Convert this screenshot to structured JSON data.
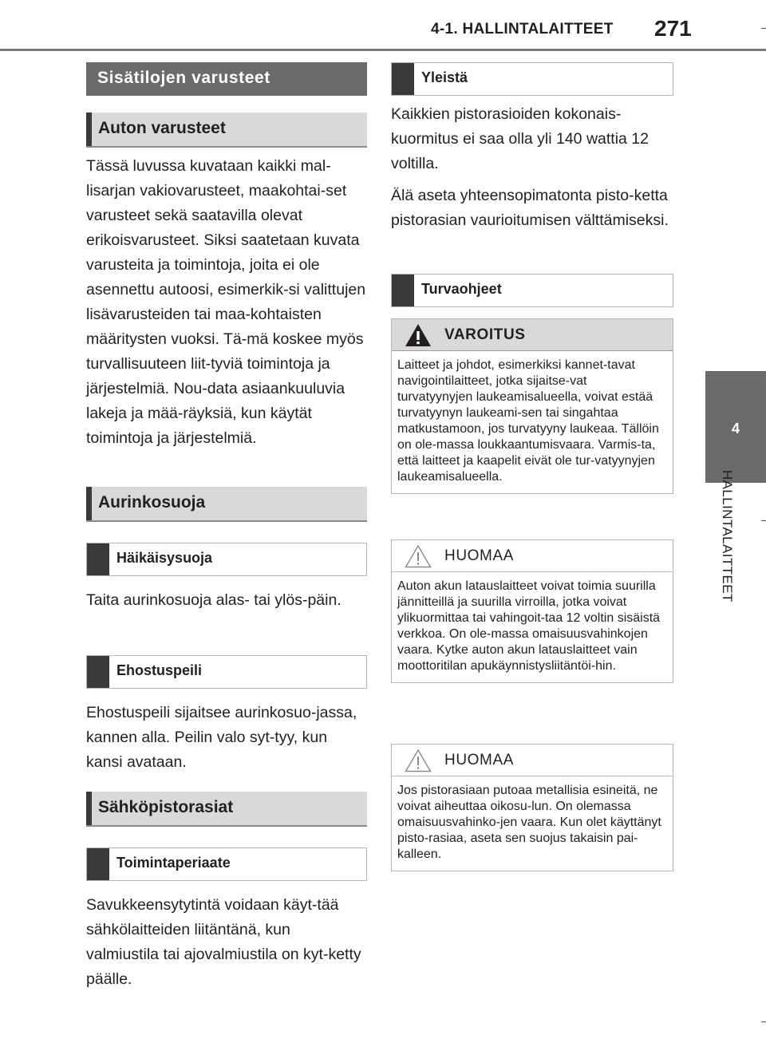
{
  "header": {
    "title": "4-1. HALLINTALAITTEET",
    "page_number": "271"
  },
  "side_tab": {
    "number": "4",
    "label": "HALLINTALAITTEET"
  },
  "left": {
    "main_section": "Sisätilojen varusteet",
    "auton_varusteet": {
      "heading": "Auton varusteet",
      "text": "Tässä luvussa kuvataan kaikki mal-lisarjan vakiovarusteet, maakohtai-set varusteet sekä saatavilla olevat erikoisvarusteet. Siksi saatetaan kuvata varusteita ja toimintoja, joita ei ole asennettu autoosi, esimerkik-si valittujen lisävarusteiden tai maa-kohtaisten määritysten vuoksi. Tä-mä koskee myös turvallisuuteen liit-tyviä toimintoja ja järjestelmiä. Nou-data asiaankuuluvia lakeja ja mää-räyksiä, kun käytät toimintoja ja järjestelmiä."
    },
    "aurinkosuoja": {
      "heading": "Aurinkosuoja",
      "haikaisysuoja": {
        "heading": "Häikäisysuoja",
        "text": "Taita aurinkosuoja alas- tai ylös-päin."
      },
      "ehostuspeili": {
        "heading": "Ehostuspeili",
        "text": "Ehostuspeili sijaitsee aurinkosuo-jassa, kannen alla. Peilin valo syt-tyy, kun kansi avataan."
      }
    },
    "sahkopistorasiat": {
      "heading": "Sähköpistorasiat",
      "toimintaperiaate": {
        "heading": "Toimintaperiaate",
        "text": "Savukkeensytytintä voidaan käyt-tää sähkölaitteiden liitäntänä, kun valmiustila tai ajovalmiustila on kyt-ketty päälle."
      }
    }
  },
  "right": {
    "yleista": {
      "heading": "Yleistä",
      "text1": "Kaikkien pistorasioiden kokonais-kuormitus ei saa olla yli 140 wattia 12 voltilla.",
      "text2": "Älä aseta yhteensopimatonta pisto-ketta pistorasian vaurioitumisen välttämiseksi."
    },
    "turvaohjeet": {
      "heading": "Turvaohjeet"
    },
    "varoitus": {
      "title": "VAROITUS",
      "text": "Laitteet ja johdot, esimerkiksi kannet-tavat navigointilaitteet, jotka sijaitse-vat turvatyynyjen laukeamisalueella, voivat estää turvatyynyn laukeami-sen tai singahtaa matkustamoon, jos turvatyyny laukeaa. Tällöin on ole-massa loukkaantumisvaara. Varmis-ta, että laitteet ja kaapelit eivät ole tur-vatyynyjen laukeamisalueella."
    },
    "huomaa1": {
      "title": "HUOMAA",
      "text": "Auton akun latauslaitteet voivat toimia suurilla jännitteillä ja suurilla virroilla, jotka voivat ylikuormittaa tai vahingoit-taa 12 voltin sisäistä verkkoa. On ole-massa omaisuusvahinkojen vaara. Kytke auton akun latauslaitteet vain moottoritilan apukäynnistysliitäntöi-hin."
    },
    "huomaa2": {
      "title": "HUOMAA",
      "text": "Jos pistorasiaan putoaa metallisia esineitä, ne voivat aiheuttaa oikosu-lun. On olemassa omaisuusvahinko-jen vaara. Kun olet käyttänyt pisto-rasiaa, aseta sen suojus takaisin pai-kalleen."
    }
  }
}
